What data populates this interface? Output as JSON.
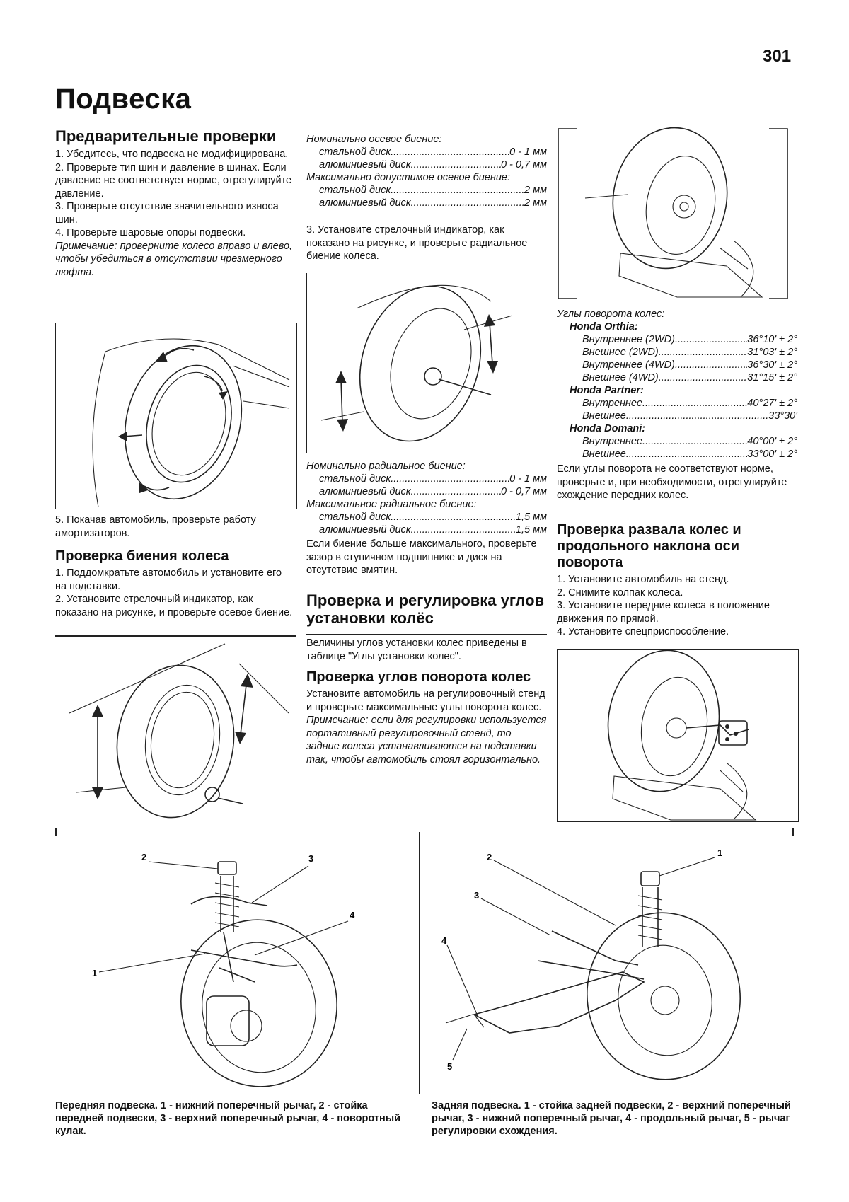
{
  "page_number": "301",
  "title": "Подвеска",
  "col1": {
    "heading1": "Предварительные проверки",
    "steps1": [
      "1. Убедитесь, что подвеска не модифицирована.",
      "2. Проверьте тип шин и давление в шинах. Если давление не соответствует норме, отрегулируйте давление.",
      "3. Проверьте отсутствие значительного износа шин.",
      "4. Проверьте шаровые опоры подвески."
    ],
    "note1_key": "Примечание",
    "note1_text": ": проверните колесо вправо и влево, чтобы убедиться в отсутствии чрезмерного люфта.",
    "step5": "5. Покачав автомобиль, проверьте работу амортизаторов.",
    "heading2": "Проверка биения колеса",
    "steps2": [
      "1. Поддомкратьте автомобиль и установите его на подставки.",
      "2. Установите стрелочный индикатор, как показано на рисунке, и проверьте осевое биение."
    ]
  },
  "col2": {
    "axial_nominal_label": "Номинально осевое биение:",
    "axial_nominal": [
      {
        "label": "стальной диск",
        "value": "0 - 1 мм"
      },
      {
        "label": "алюминиевый диск",
        "value": "0 - 0,7 мм"
      }
    ],
    "axial_max_label": "Максимально допустимое осевое биение:",
    "axial_max": [
      {
        "label": "стальной диск",
        "value": "2 мм"
      },
      {
        "label": "алюминиевый диск",
        "value": "2 мм"
      }
    ],
    "step3": "3. Установите стрелочный индикатор, как показано на рисунке, и проверьте радиальное биение колеса.",
    "radial_nominal_label": "Номинально радиальное биение:",
    "radial_nominal": [
      {
        "label": "стальной диск",
        "value": "0 - 1 мм"
      },
      {
        "label": "алюминиевый диск",
        "value": "0 - 0,7 мм"
      }
    ],
    "radial_max_label": "Максимальное радиальное биение:",
    "radial_max": [
      {
        "label": "стальной диск",
        "value": "1,5 мм"
      },
      {
        "label": "алюминиевый диск",
        "value": "1,5 мм"
      }
    ],
    "runout_text": "Если биение больше максимального, проверьте зазор в ступичном подшипнике и диск на отсутствие вмятин.",
    "heading3": "Проверка и регулировка углов установки колёс",
    "intro3": "Величины углов установки колес приведены в таблице \"Углы установки колес\".",
    "heading4": "Проверка углов поворота колес",
    "text4": "Установите автомобиль на регулировочный стенд и проверьте максимальные углы поворота колес.",
    "note2_key": "Примечание",
    "note2_text": ": если для регулировки используется портативный регулировочный стенд, то задние колеса устанавливаются на подставки так, чтобы автомобиль стоял горизонтально."
  },
  "col3": {
    "angles_label": "Углы поворота колес:",
    "groups": [
      {
        "model": "Honda Orthia:",
        "rows": [
          {
            "label": "Внутреннее (2WD)",
            "value": "36°10' ± 2°"
          },
          {
            "label": "Внешнее (2WD)",
            "value": "31°03' ± 2°"
          },
          {
            "label": "Внутреннее (4WD)",
            "value": "36°30' ± 2°"
          },
          {
            "label": "Внешнее (4WD)",
            "value": "31°15' ± 2°"
          }
        ]
      },
      {
        "model": "Honda Partner:",
        "rows": [
          {
            "label": "Внутреннее",
            "value": "40°27' ± 2°"
          },
          {
            "label": "Внешнее",
            "value": "33°30'"
          }
        ]
      },
      {
        "model": "Honda Domani:",
        "rows": [
          {
            "label": "Внутреннее",
            "value": "40°00' ± 2°"
          },
          {
            "label": "Внешнее",
            "value": "33°00' ± 2°"
          }
        ]
      }
    ],
    "angles_text": "Если углы поворота не соответствуют норме, проверьте и, при необходимости, отрегулируйте схождение передних колес.",
    "heading5": "Проверка развала колес и продольного наклона оси поворота",
    "steps5": [
      "1. Установите автомобиль на стенд.",
      "2. Снимите колпак колеса.",
      "3. Установите передние колеса в положение движения по прямой.",
      "4. Установите спецприспособление."
    ]
  },
  "front_callouts": [
    "1",
    "2",
    "3",
    "4"
  ],
  "rear_callouts": [
    "1",
    "2",
    "3",
    "4",
    "5"
  ],
  "front_caption": "Передняя подвеска. 1 - нижний поперечный рычаг, 2 - стойка передней подвески, 3 - верхний поперечный рычаг, 4 - поворотный кулак.",
  "rear_caption": "Задняя подвеска. 1 - стойка задней подвески, 2 - верхний поперечный рычаг, 3 - нижний поперечный рычаг, 4 - продольный рычаг, 5 - рычаг регулировки схождения."
}
